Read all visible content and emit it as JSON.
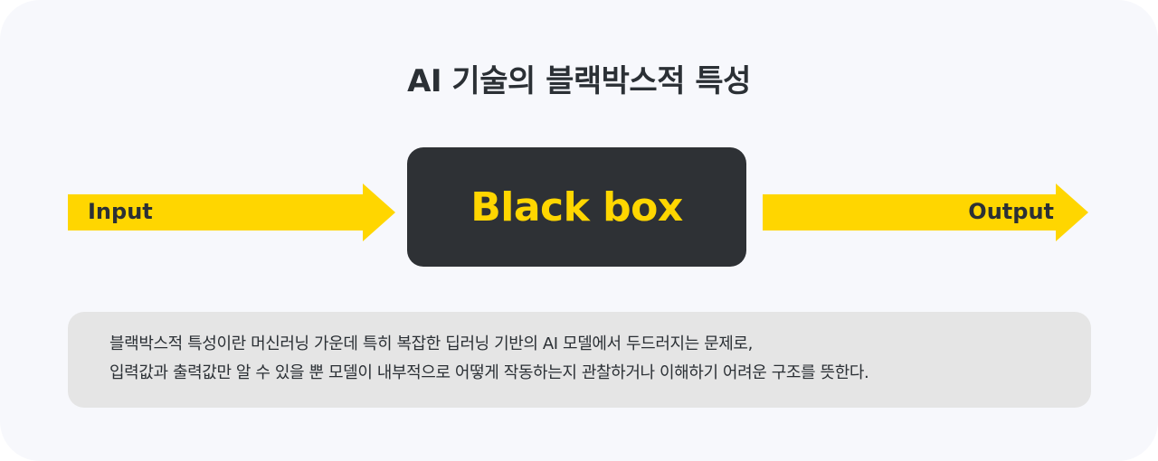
{
  "title": "AI 기술의 블랙박스적 특성",
  "diagram": {
    "input_label": "Input",
    "box_label": "Black box",
    "output_label": "Output"
  },
  "description": {
    "lines": [
      "블랙박스적 특성이란 머신러닝 가운데 특히 복잡한 딥러닝 기반의 AI 모델에서 두드러지는 문제로,",
      "입력값과 출력값만 알 수 있을 뿐 모델이 내부적으로 어떻게 작동하는지 관찰하거나 이해하기 어려운 구조를 뜻한다."
    ]
  },
  "colors": {
    "arrow": "#ffd600",
    "box_background": "#2e3135",
    "box_text": "#ffd600",
    "panel_background": "#e5e5e5",
    "card_background": "#f7f8fc",
    "text": "#2b3035"
  }
}
